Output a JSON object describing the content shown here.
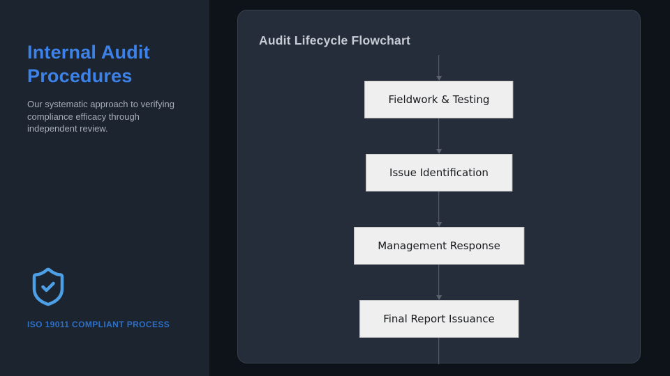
{
  "sidebar": {
    "title": "Internal Audit Procedures",
    "subtitle": "Our systematic approach to verifying compliance efficacy through independent review.",
    "badge_label": "ISO 19011 COMPLIANT PROCESS",
    "icon": "shield-check-icon"
  },
  "flowchart": {
    "heading": "Audit Lifecycle Flowchart",
    "steps": [
      "Fieldwork & Testing",
      "Issue Identification",
      "Management Response",
      "Final Report Issuance"
    ]
  },
  "colors": {
    "background": "#0e1319",
    "sidebar_background": "#1c2430",
    "card_background": "#262d3a",
    "card_border": "#39404e",
    "title_blue": "#3d82e8",
    "icon_blue": "#4d9fe6",
    "badge_blue": "#2e6fc8",
    "subtitle_gray": "#a8aeb8",
    "heading_gray": "#c8ccd4",
    "connector_gray": "#5c636e",
    "node_background": "#efefef",
    "node_text": "#16181c"
  }
}
